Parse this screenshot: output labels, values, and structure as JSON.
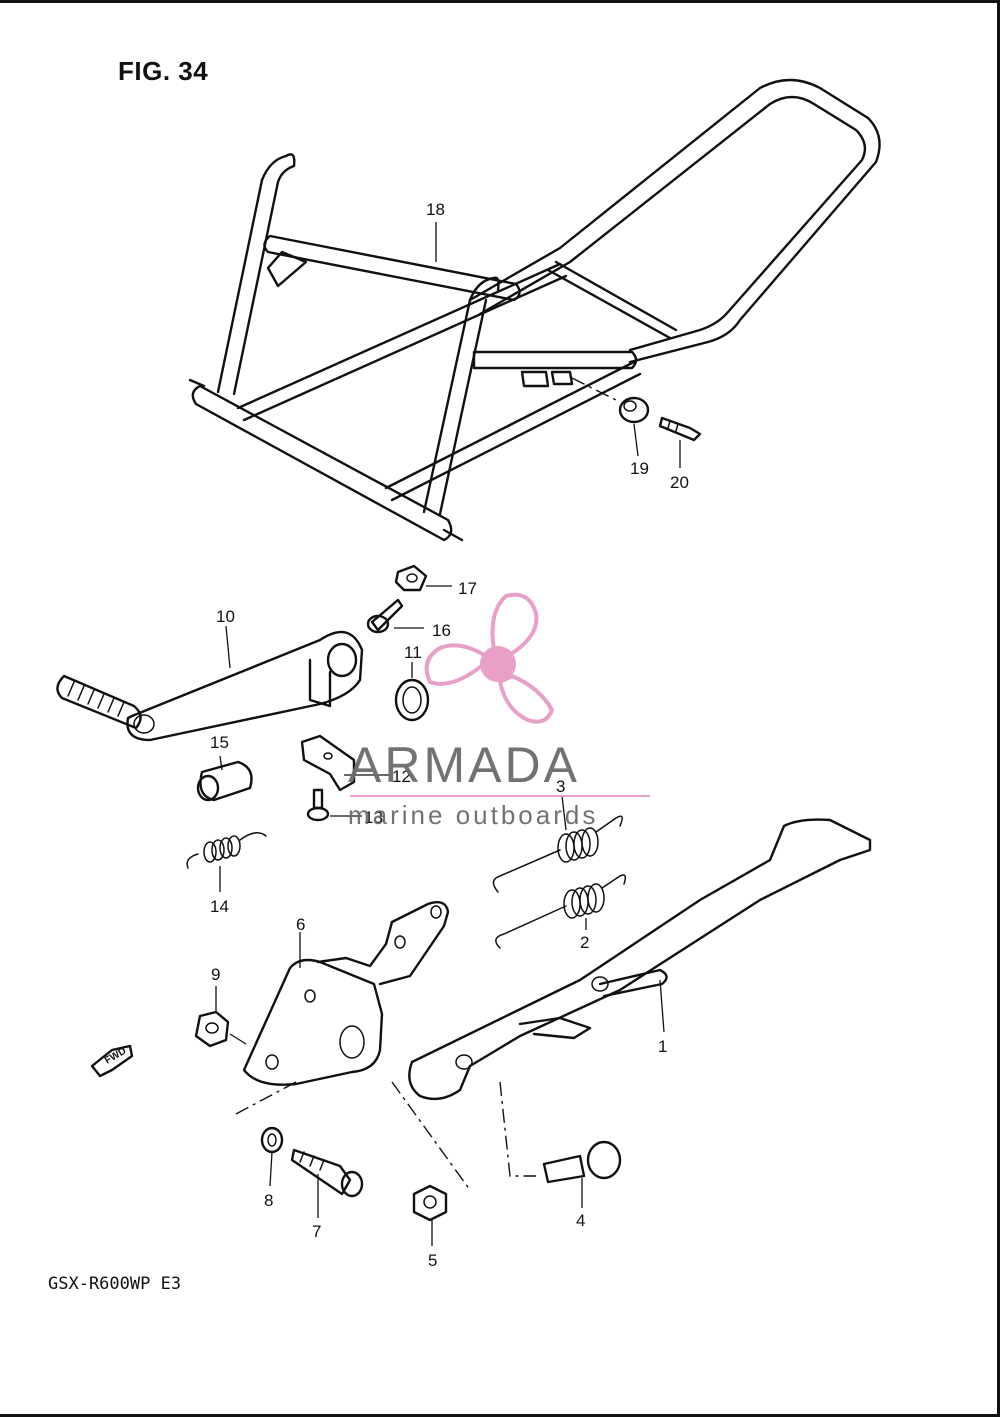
{
  "figure": {
    "title": "FIG. 34"
  },
  "model": {
    "code": "GSX-R600WP E3"
  },
  "fwd_marker": {
    "text": "FWD"
  },
  "watermark": {
    "brand": "ARMADA",
    "tagline": "marine outboards",
    "logo_icon": "propeller-icon",
    "colors": {
      "propeller": "#e79ac6",
      "text": "#6b6b6b"
    }
  },
  "callouts": [
    "1",
    "2",
    "3",
    "4",
    "5",
    "6",
    "7",
    "8",
    "9",
    "10",
    "11",
    "12",
    "13",
    "14",
    "15",
    "16",
    "17",
    "18",
    "19",
    "20"
  ]
}
